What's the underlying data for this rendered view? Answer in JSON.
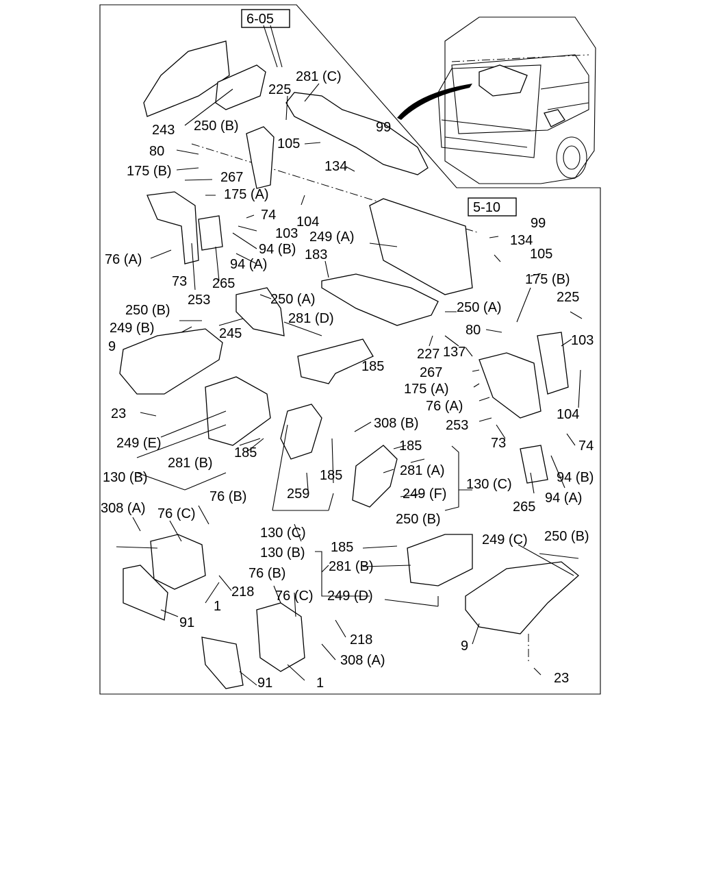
{
  "refs": {
    "r605": "6-05",
    "r510": "5-10"
  },
  "labels": {
    "l281c": "281 (C)",
    "l225a": "225",
    "l99a": "99",
    "l243": "243",
    "l250b1": "250 (B)",
    "l105a": "105",
    "l80a": "80",
    "l134a": "134",
    "l175b1": "175 (B)",
    "l267a": "267",
    "l175a1": "175 (A)",
    "l74a": "74",
    "l104a": "104",
    "l103a": "103",
    "l94b1": "94 (B)",
    "l76a1": "76 (A)",
    "l94a1": "94 (A)",
    "l73a": "73",
    "l265a": "265",
    "l253a": "253",
    "l249a": "249 (A)",
    "l183": "183",
    "l250a1": "250 (A)",
    "l99b": "99",
    "l134b": "134",
    "l105b": "105",
    "l175b2": "175 (B)",
    "l225b": "225",
    "l250a2": "250 (A)",
    "l80b": "80",
    "l103b": "103",
    "l250b2": "250 (B)",
    "l249b": "249 (B)",
    "l245": "245",
    "l281d": "281 (D)",
    "l9a": "9",
    "l227": "227",
    "l137": "137",
    "l185a": "185",
    "l267b": "267",
    "l175a2": "175 (A)",
    "l76a2": "76 (A)",
    "l104b": "104",
    "l253b": "253",
    "l23a": "23",
    "l308b1": "308 (B)",
    "l73b": "73",
    "l74b": "74",
    "l249e": "249 (E)",
    "l185b": "185",
    "l185c": "185",
    "l281b1": "281 (B)",
    "l281a": "281 (A)",
    "l94b2": "94 (B)",
    "l130b1": "130 (B)",
    "l185d": "185",
    "l130c1": "130 (C)",
    "l249f": "249 (F)",
    "l259": "259",
    "l265b": "265",
    "l94a2": "94 (A)",
    "l76b1": "76 (B)",
    "l308a1": "308 (A)",
    "l76c1": "76 (C)",
    "l250b3": "250 (B)",
    "l130c2": "130 (C)",
    "l249c": "249 (C)",
    "l250b4": "250 (B)",
    "l130b2": "130 (B)",
    "l185e": "185",
    "l281b2": "281 (B)",
    "l218a": "218",
    "l76b2": "76 (B)",
    "l1a": "1",
    "l249d": "249 (D)",
    "l76c2": "76 (C)",
    "l91a": "91",
    "l218b": "218",
    "l9b": "9",
    "l308a2": "308 (A)",
    "l91b": "91",
    "l1b": "1",
    "l23b": "23"
  }
}
